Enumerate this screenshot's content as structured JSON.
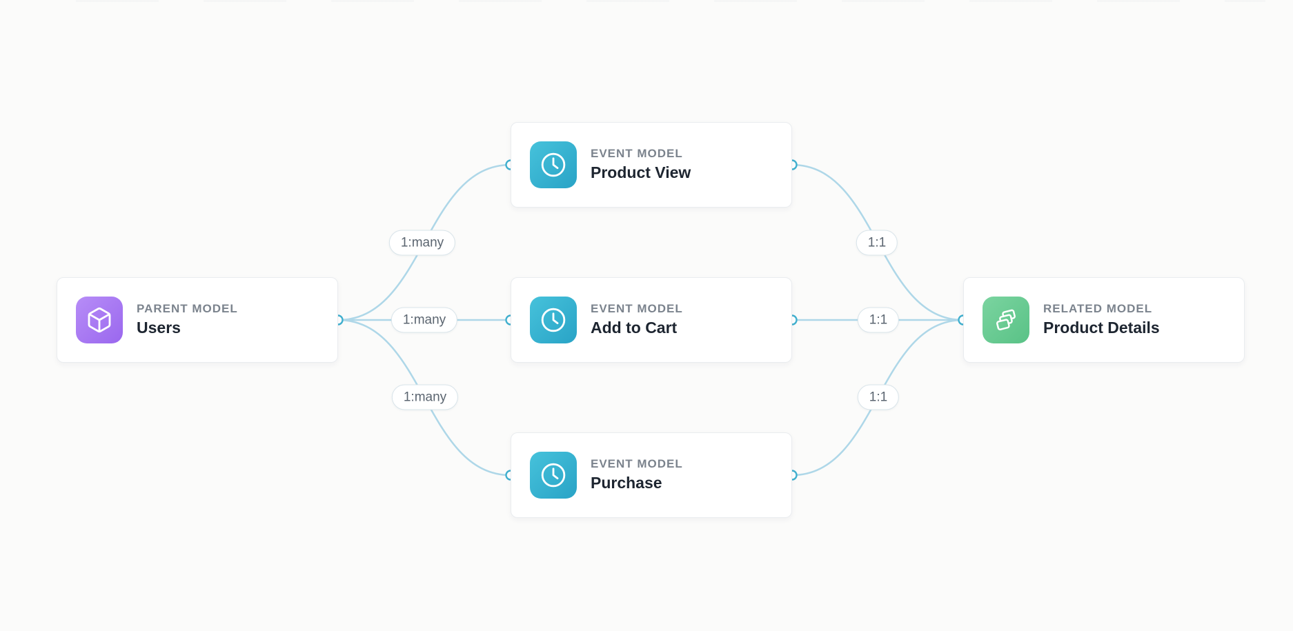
{
  "diagram": {
    "nodes": [
      {
        "id": "users",
        "type_label": "PARENT MODEL",
        "name": "Users",
        "icon": "box-icon",
        "icon_color": "#a97cf2"
      },
      {
        "id": "product-view",
        "type_label": "EVENT MODEL",
        "name": "Product View",
        "icon": "clock-icon",
        "icon_color": "#35b2d1"
      },
      {
        "id": "add-to-cart",
        "type_label": "EVENT MODEL",
        "name": "Add to Cart",
        "icon": "clock-icon",
        "icon_color": "#35b2d1"
      },
      {
        "id": "purchase",
        "type_label": "EVENT MODEL",
        "name": "Purchase",
        "icon": "clock-icon",
        "icon_color": "#35b2d1"
      },
      {
        "id": "product-details",
        "type_label": "RELATED MODEL",
        "name": "Product Details",
        "icon": "layers-icon",
        "icon_color": "#69cb92"
      }
    ],
    "edges": [
      {
        "from": "users",
        "to": "product-view",
        "label": "1:many"
      },
      {
        "from": "users",
        "to": "add-to-cart",
        "label": "1:many"
      },
      {
        "from": "users",
        "to": "purchase",
        "label": "1:many"
      },
      {
        "from": "product-view",
        "to": "product-details",
        "label": "1:1"
      },
      {
        "from": "add-to-cart",
        "to": "product-details",
        "label": "1:1"
      },
      {
        "from": "purchase",
        "to": "product-details",
        "label": "1:1"
      }
    ],
    "colors": {
      "edge_line": "#aed7e8",
      "port_ring": "#41b0cf",
      "type_label_text": "#7b838d",
      "name_text": "#1d2530",
      "pill_text": "#5b6570"
    }
  }
}
